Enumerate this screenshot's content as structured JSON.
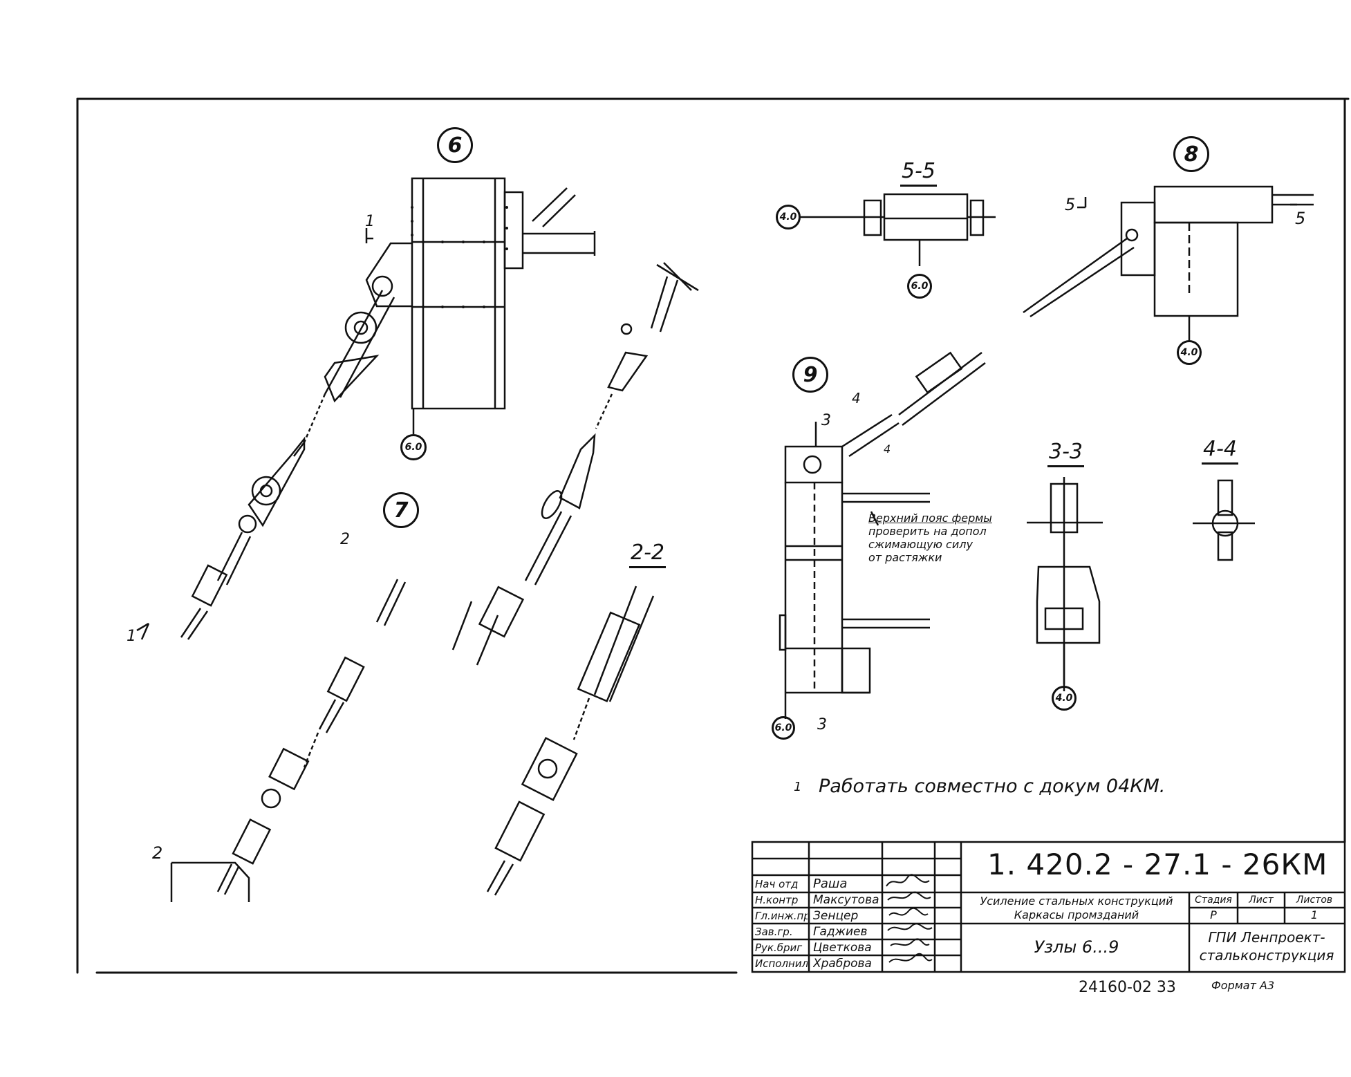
{
  "views": {
    "node6": "6",
    "node7": "7",
    "node8": "8",
    "node9": "9"
  },
  "sections": {
    "s55": "5-5",
    "s22": "2-2",
    "s33": "3-3",
    "s44": "4-4"
  },
  "refs": {
    "r60a": "6.0",
    "r40a": "4.0",
    "r60b": "6.0",
    "r40b": "4.0",
    "r60c": "6.0",
    "r40c": "4.0"
  },
  "cuts": {
    "c1a": "1",
    "c1b": "1",
    "c2a": "2",
    "c2b": "2",
    "c3a": "3",
    "c3b": "3",
    "c4a": "4",
    "c4b": "4",
    "c5a": "5",
    "c5b": "5"
  },
  "annotation": {
    "line1": "Верхний пояс фермы",
    "line2": "проверить на допол",
    "line3": "сжимающую силу",
    "line4": "от растяжки"
  },
  "note": {
    "num": "1",
    "text": "Работать   совместно   с   докум   04КМ."
  },
  "title_block": {
    "code": "1. 420.2 - 27.1 - 26КМ",
    "roles": [
      "Нач отд",
      "Н.контр",
      "Гл.инж.пр",
      "Зав.гр.",
      "Рук.бриг",
      "Исполнил"
    ],
    "names": [
      "Раша",
      "Максутова",
      "Зенцер",
      "Гаджиев",
      "Цветкова",
      "Храброва"
    ],
    "description_1": "Усиление стальных конструкций",
    "description_2": "Каркасы промзданий",
    "sheet_title": "Узлы 6...9",
    "stage_label": "Стадия",
    "sheet_label": "Лист",
    "sheets_label": "Листов",
    "stage_value": "Р",
    "sheets_value": "1",
    "org_1": "ГПИ Ленпроект-",
    "org_2": "стальконструкция"
  },
  "footer": {
    "number": "24160-02   33",
    "format": "Формат А3"
  }
}
